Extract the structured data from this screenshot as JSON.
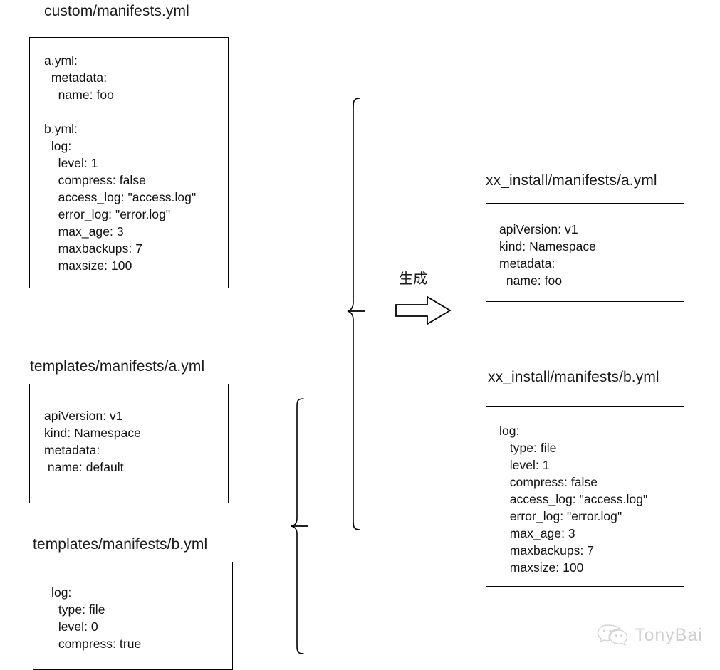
{
  "diagram": {
    "title_note": "custom/manifests.yml merge into templates producing xx_install manifests",
    "inputs": [
      {
        "caption": "custom/manifests.yml",
        "name": "custom-manifests",
        "content": "a.yml:\n  metadata:\n    name: foo\n\nb.yml:\n  log:\n    level: 1\n    compress: false\n    access_log: \"access.log\"\n    error_log: \"error.log\"\n    max_age: 3\n    maxbackups: 7\n    maxsize: 100"
      },
      {
        "caption": "templates/manifests/a.yml",
        "name": "template-a",
        "content": "apiVersion: v1\nkind: Namespace\nmetadata:\n name: default"
      },
      {
        "caption": "templates/manifests/b.yml",
        "name": "template-b",
        "content": "log:\n  type: file\n  level: 0\n  compress: true"
      }
    ],
    "outputs": [
      {
        "caption": "xx_install/manifests/a.yml",
        "name": "output-a",
        "content": "apiVersion: v1\nkind: Namespace\nmetadata:\n  name: foo"
      },
      {
        "caption": "xx_install/manifests/b.yml",
        "name": "output-b",
        "content": "log:\n   type: file\n   level: 1\n   compress: false\n   access_log: \"access.log\"\n   error_log: \"error.log\"\n   max_age: 3\n   maxbackups: 7\n   maxsize: 100"
      }
    ],
    "transform": {
      "label": "生成",
      "arrow_direction": "right"
    },
    "watermark": {
      "text": "TonyBai",
      "icon": "wechat-icon",
      "color": "#cfcfcf"
    },
    "colors": {
      "background": "#ffffff",
      "stroke": "#000000",
      "text": "#111111"
    }
  }
}
